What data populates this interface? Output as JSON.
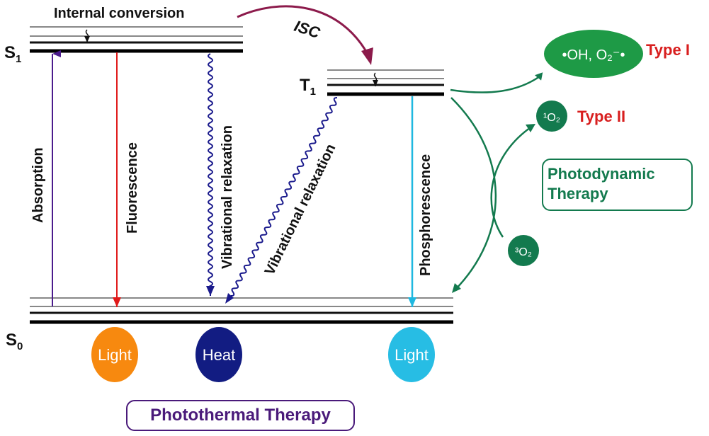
{
  "diagram": {
    "title": "Jablonski diagram: phototherapy mechanisms",
    "states": {
      "s1": {
        "main": "S",
        "sub": "1"
      },
      "t1": {
        "main": "T",
        "sub": "1"
      },
      "s0": {
        "main": "S",
        "sub": "0"
      }
    },
    "processes": {
      "internal_conversion": "Internal conversion",
      "isc": "ISC",
      "absorption": "Absorption",
      "fluorescence": "Fluorescence",
      "vibrational_relaxation_1": "Vibrational relaxation",
      "vibrational_relaxation_2": "Vibrational relaxation",
      "phosphorescence": "Phosphorescence"
    },
    "outputs": {
      "light_fluorescence": "Light",
      "heat": "Heat",
      "light_phosphorescence": "Light"
    },
    "ros": {
      "type1_species": "•OH, O₂⁻•",
      "type1_label": "Type I",
      "singlet_oxygen": "¹O₂",
      "type2_label": "Type II",
      "triplet_oxygen": "³O₂"
    },
    "therapies": {
      "pdt_line1": "Photodynamic",
      "pdt_line2": "Therapy",
      "ptt": "Photothermal Therapy"
    },
    "colors": {
      "absorption": "#4b1b8c",
      "fluorescence": "#e01a1a",
      "vibrational": "#1a1a8c",
      "phosphorescence": "#1fb8e0",
      "isc": "#8c1a4b",
      "pdt_green": "#137a4e",
      "ros_green": "#1e9a46",
      "type_red": "#d81e1e",
      "light_orange": "#f7890f",
      "heat_navy": "#121c82",
      "light_cyan": "#27bde4",
      "ptt_purple": "#4a1a7a"
    }
  }
}
